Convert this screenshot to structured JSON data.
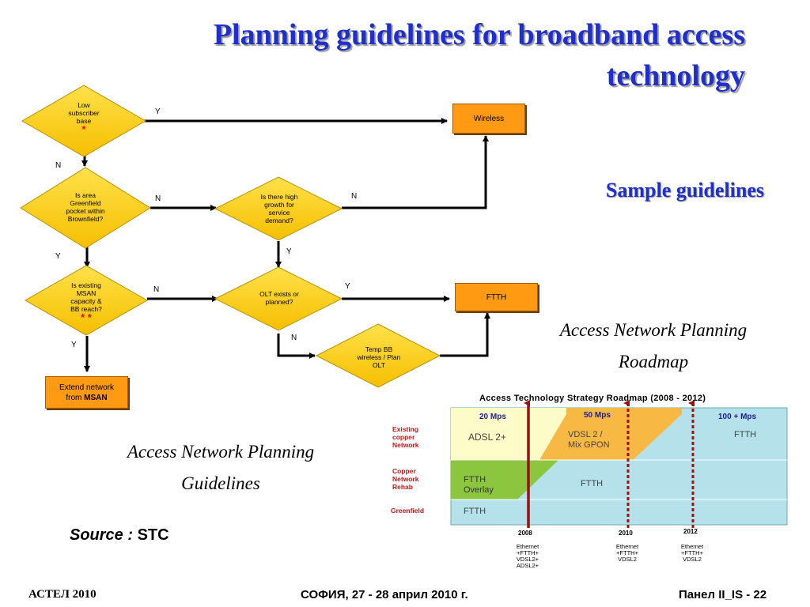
{
  "slide": {
    "title_line1": "Planning guidelines for broadband access",
    "title_line2": "technology",
    "sample": "Sample guidelines",
    "caption_guidelines_1": "Access Network Planning",
    "caption_guidelines_2": "Guidelines",
    "caption_roadmap_1": "Access Network Planning",
    "caption_roadmap_2": "Roadmap",
    "source_label": "Source :",
    "source_value": "STC",
    "footer_left": "АСТЕЛ 2010",
    "footer_center": "СОФИЯ, 27 - 28 април 2010 г.",
    "footer_right": "Панел II_IS - 22"
  },
  "flow": {
    "d1": {
      "line1": "Low",
      "line2": "subscriber",
      "line3": "base",
      "star": "*"
    },
    "d2": {
      "line1": "Is area",
      "line2": "Greenfield",
      "line3": "pocket within",
      "line4": "Brownfield?"
    },
    "d3": {
      "line1": "Is existing",
      "line2": "MSAN",
      "line3": "capacity &",
      "line4": "BB reach?",
      "star": "* *"
    },
    "d4": {
      "line1": "Is there high",
      "line2": "growth for",
      "line3": "service",
      "line4": "demand?"
    },
    "d5": {
      "line1": "OLT exists or",
      "line2": "planned?"
    },
    "d6": {
      "line1": "Temp BB",
      "line2": "wireless / Plan",
      "line3": "OLT"
    },
    "box_wireless": "Wireless",
    "box_ftth": "FTTH",
    "box_extend_1": "Extend network",
    "box_extend_2": "from",
    "box_extend_3": "MSAN",
    "y": "Y",
    "n": "N"
  },
  "roadmap": {
    "title": "Access Technology Strategy Roadmap (2008 - 2012)",
    "rows": [
      {
        "l1": "Existing",
        "l2": "copper",
        "l3": "Network"
      },
      {
        "l1": "Copper",
        "l2": "Network",
        "l3": "Rehab"
      },
      {
        "l1": "Greenfield"
      }
    ],
    "speed_20": "20 Mps",
    "speed_50": "50 Mps",
    "speed_100": "100 + Mps",
    "adsl": "ADSL 2+",
    "vdsl_1": "VDSL 2 /",
    "vdsl_2": "Mix GPON",
    "ftth": "FTTH",
    "ftth_overlay_1": "FTTH",
    "ftth_overlay_2": "Overlay",
    "years": [
      "2008",
      "2010",
      "2012"
    ],
    "y2008": [
      "Ethernet",
      "+FTTH+",
      "VDSL2+",
      "ADSL2+"
    ],
    "y2010": [
      "Ethernet",
      "+FTTH+",
      "VDSL2"
    ],
    "y2012": [
      "Ethernet",
      "+FTTH+",
      "VDSL2"
    ],
    "colors": {
      "blue_band": "#b5e1ea",
      "yellow_band": "#fdfcc8",
      "green": "#8cc63f",
      "orange": "#f7b944",
      "arrow_red": "#9b1010"
    }
  }
}
